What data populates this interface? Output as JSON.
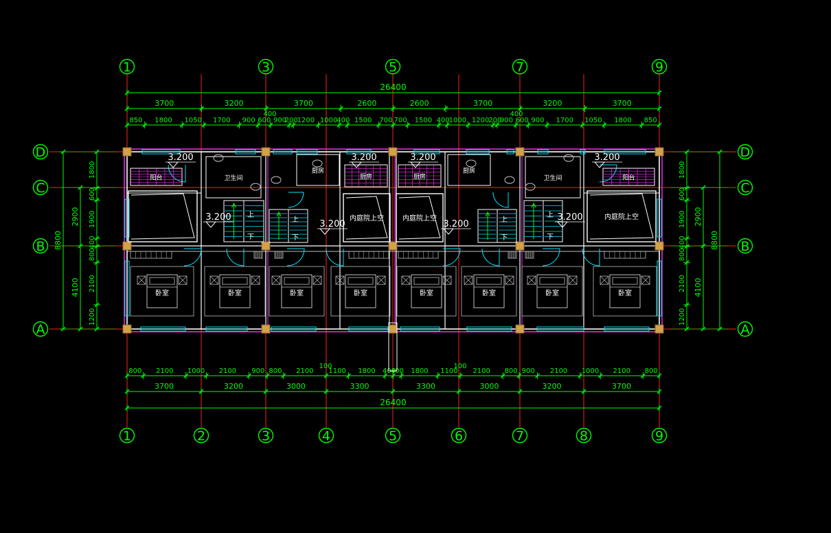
{
  "colors": {
    "background": "#000000",
    "axis_line": "#ff2020",
    "dimension": "#00ff00",
    "bubble": "#00ff00",
    "wall": "#ffffff",
    "window": "#00e5ff",
    "column": "#d4a04a",
    "partition": "#ff33ff",
    "furniture": "#c0c0c0",
    "label_text": "#ffffff",
    "elevation_text": "#ffffff"
  },
  "grid_columns": [
    "1",
    "2",
    "3",
    "4",
    "5",
    "6",
    "7",
    "8",
    "9"
  ],
  "top_column_bubbles": [
    "1",
    "3",
    "5",
    "7",
    "9"
  ],
  "bottom_column_bubbles": [
    "1",
    "2",
    "3",
    "4",
    "5",
    "6",
    "7",
    "8",
    "9"
  ],
  "grid_rows": [
    "D",
    "C",
    "B",
    "A"
  ],
  "top_dimensions": {
    "overall": "26400",
    "bays": [
      "3700",
      "3200",
      "3700",
      "2600",
      "2600",
      "3700",
      "3200",
      "3700"
    ],
    "small_offsets": [
      "400",
      "400"
    ],
    "details": [
      "850",
      "1800",
      "1050",
      "1700",
      "900",
      "600",
      "900",
      "200",
      "1200",
      "1000",
      "400",
      "1500",
      "700",
      "700",
      "1500",
      "400",
      "1000",
      "1200",
      "200",
      "900",
      "600",
      "900",
      "1700",
      "1050",
      "1800",
      "850"
    ]
  },
  "bottom_dimensions": {
    "overall": "26400",
    "bays": [
      "3700",
      "3200",
      "3000",
      "3300",
      "3300",
      "3000",
      "3200",
      "3700"
    ],
    "small_offsets": [
      "100",
      "100"
    ],
    "details": [
      "800",
      "2100",
      "1000",
      "2100",
      "900",
      "800",
      "2100",
      "1100",
      "1800",
      "400",
      "400",
      "1800",
      "1100",
      "2100",
      "800",
      "900",
      "2100",
      "1000",
      "2100",
      "800"
    ]
  },
  "side_dimensions": {
    "overall": "8800",
    "segments": [
      "2900",
      "4100"
    ],
    "details": [
      "1800",
      "600",
      "1900",
      "400",
      "800",
      "2100",
      "1200"
    ]
  },
  "elevation_marks": [
    "3.200",
    "3.200",
    "3.200",
    "3.200",
    "3.200",
    "3.200",
    "3.200",
    "3.200"
  ],
  "rooms": {
    "balcony": "阳台",
    "bathroom": "卫生间",
    "kitchen": "厨房",
    "bedroom": "卧室",
    "courtyard_void": "内庭院上空"
  },
  "stair_up": "上",
  "stair_down": "下"
}
